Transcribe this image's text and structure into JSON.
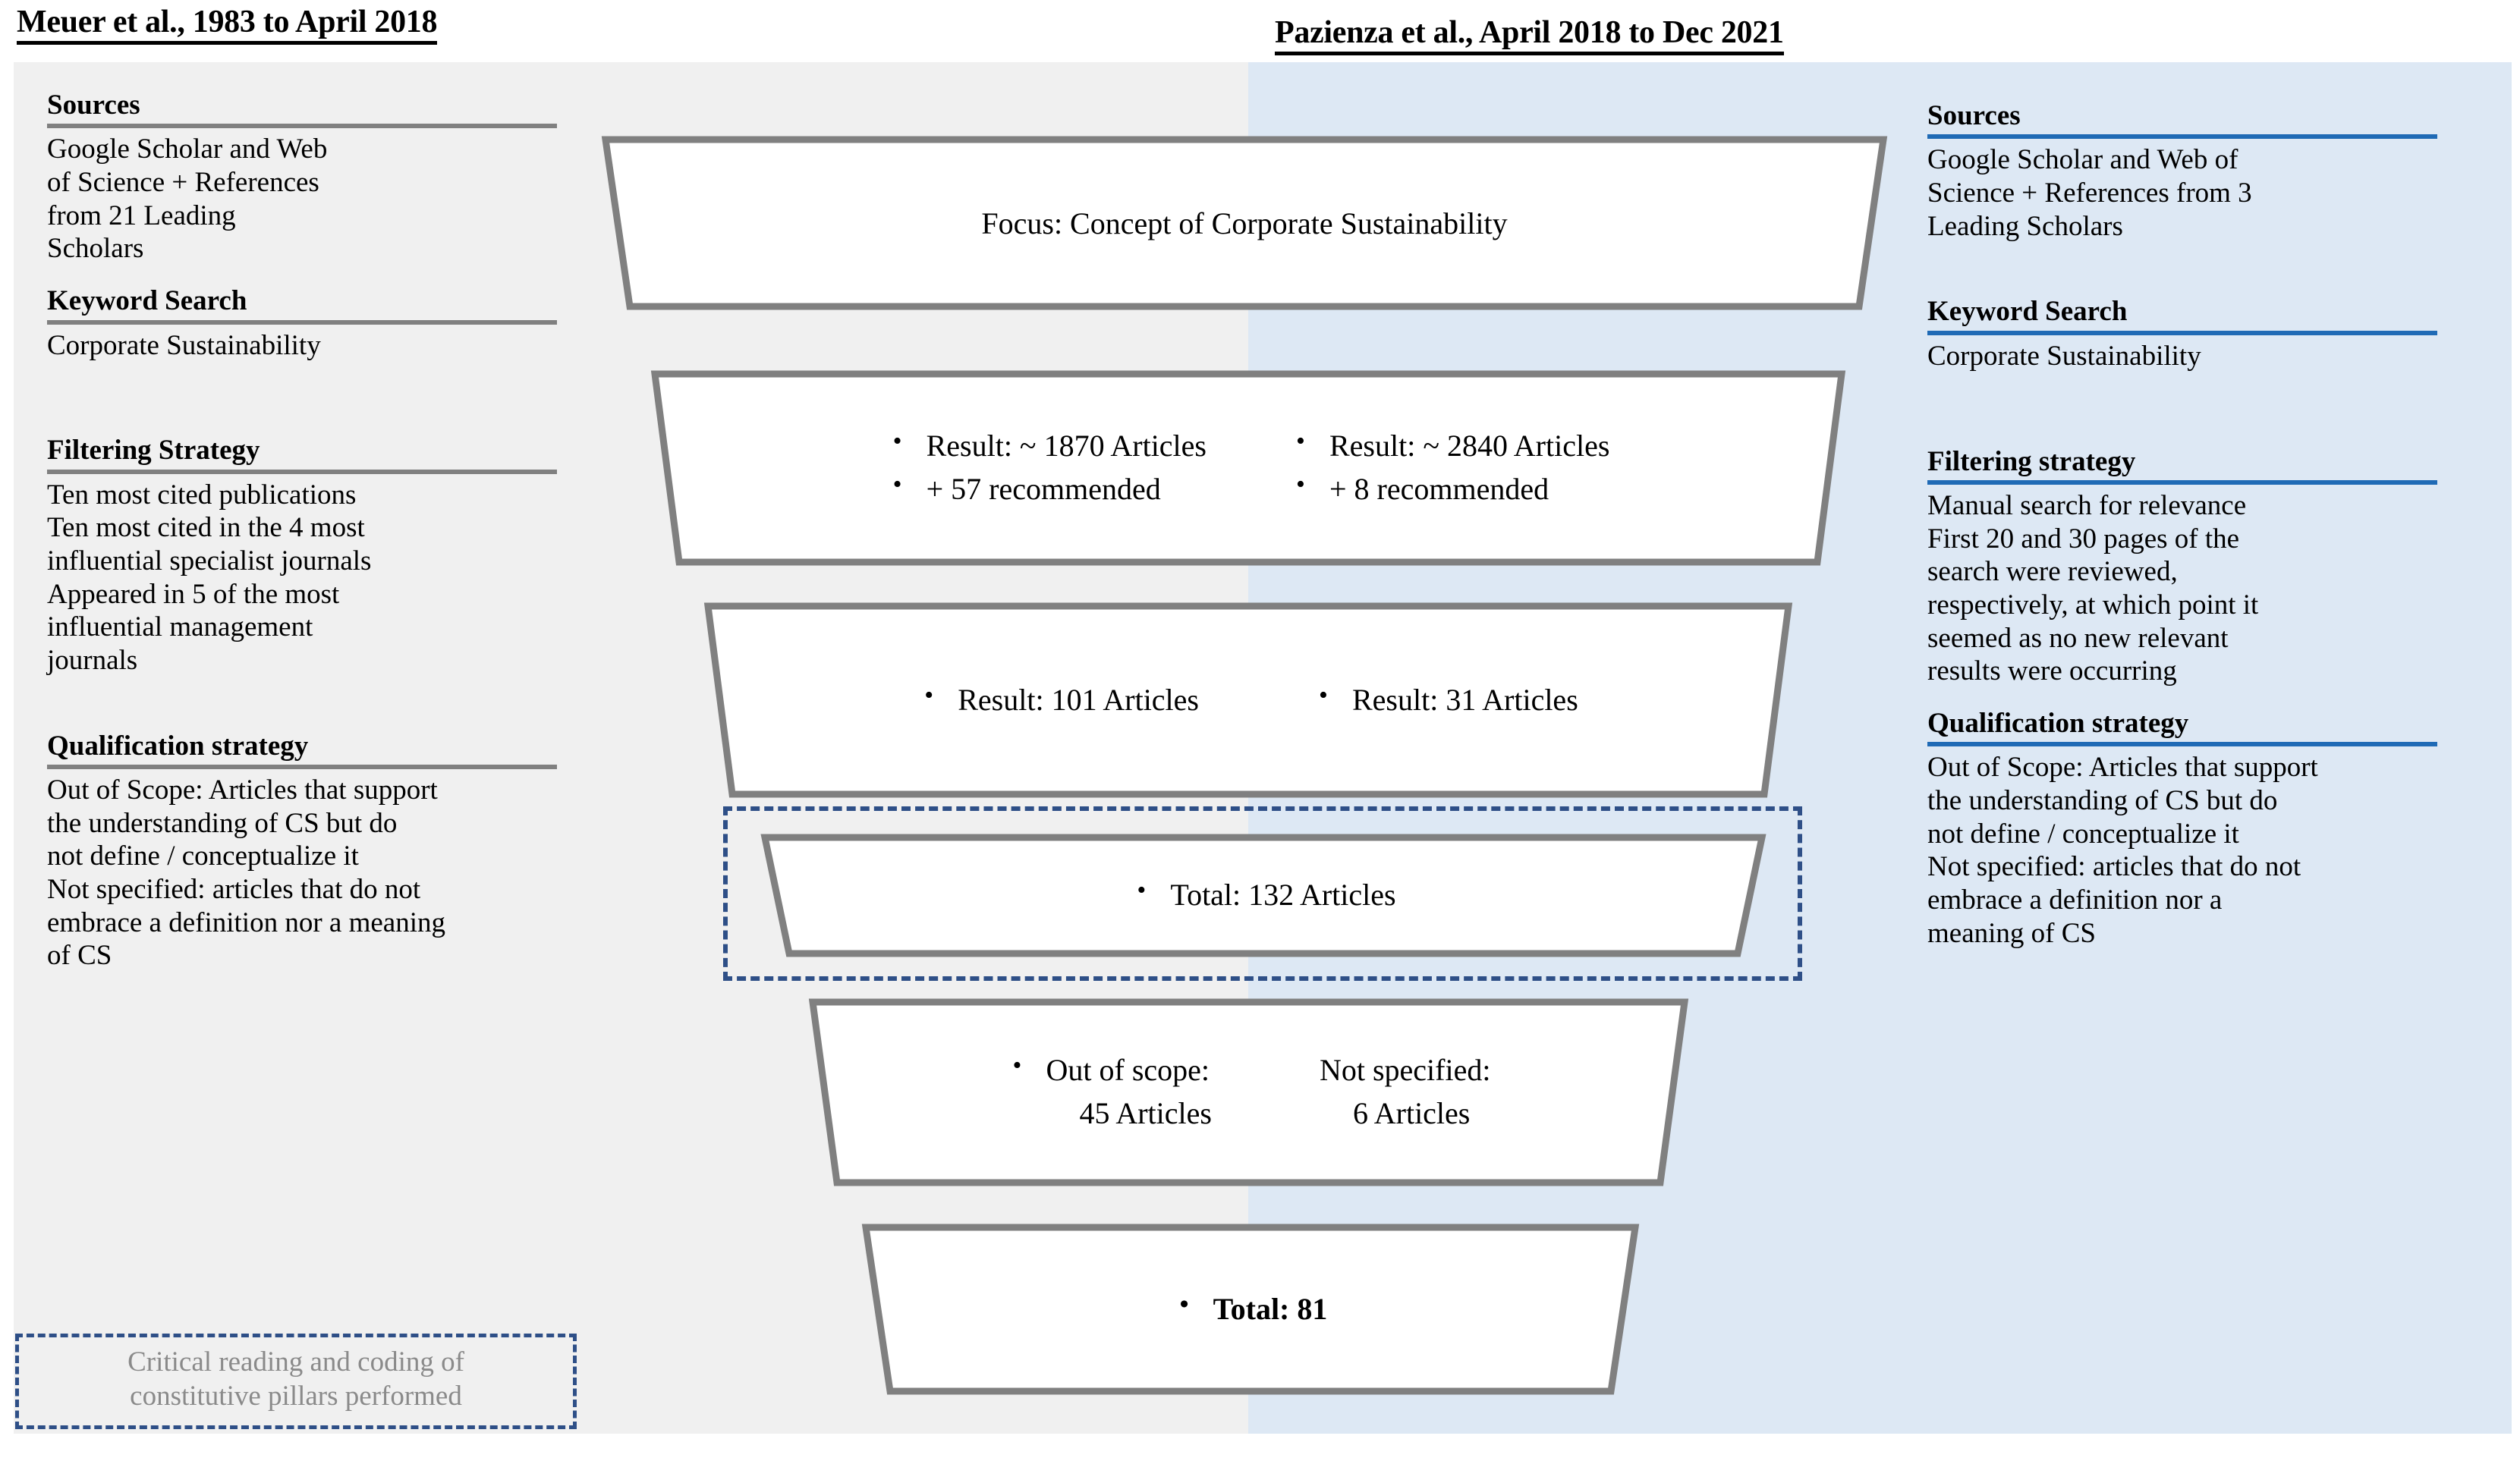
{
  "columns": {
    "left": {
      "title": "Meuer et al., 1983 to April 2018",
      "accent": "#808080",
      "background": "#f0f0f0",
      "sections": [
        {
          "heading": "Sources",
          "lines": [
            "Google Scholar and Web",
            "of Science + References",
            "from 21 Leading",
            "Scholars"
          ]
        },
        {
          "heading": "Keyword Search",
          "lines": [
            "Corporate Sustainability"
          ]
        },
        {
          "heading": "Filtering  Strategy",
          "lines": [
            "Ten most cited publications",
            "Ten most cited in the 4 most",
            "influential specialist journals",
            "Appeared in 5 of the most",
            "influential management",
            "journals"
          ]
        },
        {
          "heading": "Qualification strategy",
          "lines": [
            "Out of Scope: Articles that support",
            "the understanding of CS  but do",
            "not define / conceptualize it",
            "Not specified: articles that do not",
            "embrace a definition nor a meaning",
            "of CS"
          ]
        }
      ],
      "note": {
        "lines": [
          "Critical reading and coding of",
          "constitutive pillars performed"
        ],
        "color": "#8a8a8a",
        "border_color": "#2e4f87"
      }
    },
    "right": {
      "title": "Pazienza et al., April 2018 to Dec 2021",
      "accent": "#1f6ab5",
      "background": "#dde8f4",
      "sections": [
        {
          "heading": "Sources",
          "lines": [
            "Google Scholar and Web of",
            "Science + References from 3",
            "Leading Scholars"
          ]
        },
        {
          "heading": "Keyword Search",
          "lines": [
            "Corporate Sustainability"
          ]
        },
        {
          "heading": "Filtering strategy",
          "lines": [
            "Manual search for relevance",
            "First 20 and 30 pages of the",
            "search were reviewed,",
            "respectively, at which point it",
            "seemed as no new relevant",
            "results were occurring"
          ]
        },
        {
          "heading": "Qualification strategy",
          "lines": [
            "Out of Scope: Articles that support",
            "the understanding of CS  but do",
            "not define / conceptualize it",
            "Not specified: articles that do not",
            "embrace a definition nor a",
            "meaning of CS"
          ]
        }
      ]
    }
  },
  "funnel": {
    "outline_color": "#808080",
    "fill_color": "#ffffff",
    "highlight_border_color": "#2e4f87",
    "stages": [
      {
        "id": "focus",
        "center_text": "Focus: Concept of Corporate Sustainability"
      },
      {
        "id": "keyword-results",
        "left_bullets": [
          "Result: ~ 1870 Articles",
          "+ 57 recommended"
        ],
        "right_bullets": [
          "Result: ~ 2840 Articles",
          "+ 8 recommended"
        ]
      },
      {
        "id": "filtering-results",
        "left_bullets": [
          "Result: 101 Articles"
        ],
        "right_bullets": [
          "Result: 31 Articles"
        ]
      },
      {
        "id": "total-132",
        "center_text": "Total:  132 Articles",
        "highlighted": true
      },
      {
        "id": "qualification-results",
        "left_bullets": [
          "Out of scope:"
        ],
        "left_sub": [
          "45 Articles"
        ],
        "right_bullets": [
          "Not specified:"
        ],
        "right_sub": [
          "6 Articles"
        ]
      },
      {
        "id": "total-81",
        "center_text": "Total: 81",
        "bold": true
      }
    ]
  }
}
